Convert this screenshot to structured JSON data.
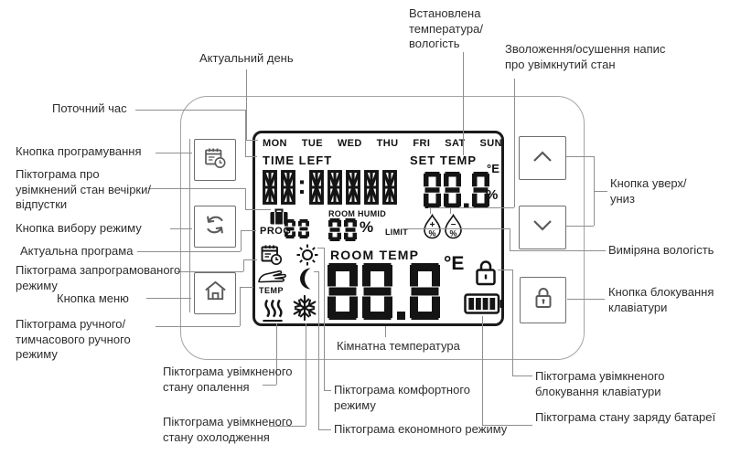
{
  "callouts": {
    "current_time": "Поточний час",
    "current_day": "Актуальний день",
    "set_values": "Встановлена температура/вологість",
    "humid_state": "Зволоження/осушення напис про увімкнутий стан",
    "btn_programming": "Кнопка програмування",
    "icon_party": "Піктограма про увімкнений стан вечірки/відпустки",
    "btn_mode": "Кнопка вибору режиму",
    "current_program": "Актуальна програма",
    "icon_programmed": "Піктограма запрограмованого режиму",
    "btn_menu": "Кнопка меню",
    "icon_manual": "Піктограма ручного/ тимчасового ручного режиму",
    "btn_updown": "Кнопка уверх/униз",
    "measured_humidity": "Виміряна вологість",
    "btn_lock": "Кнопка блокування клавіатури",
    "icon_lock_on": "Піктограма увімкненого блокування клавіатури",
    "icon_battery": "Піктограма стану заряду батареї",
    "icon_heating": "Піктограма увімкненого стану опалення",
    "icon_cooling": "Піктограма увімкненого стану охолодження",
    "icon_comfort": "Піктограма комфортного режиму",
    "icon_econ": "Піктограма економного режиму",
    "room_temperature": "Кімнатна температура"
  },
  "display": {
    "days": [
      "MON",
      "TUE",
      "WED",
      "THU",
      "FRI",
      "SAT",
      "SUN"
    ],
    "time_left_label": "TIME LEFT",
    "time_left_value": "88:88888",
    "set_temp_label": "SET TEMP",
    "set_temp_value": "88.8",
    "set_temp_unit": "°E",
    "set_temp_percent": "%",
    "prog_label": "PROG",
    "prog_value": "88",
    "room_humid_label": "ROOM HUMID",
    "room_humid_value": "88",
    "room_humid_percent": "%",
    "limit_label": "LIMIT",
    "room_temp_label": "ROOM TEMP",
    "room_temp_value": "88.8",
    "room_temp_unit": "°E",
    "temp_icon_label": "TEMP",
    "drop_plus": "+",
    "drop_minus": "−",
    "drop_percent": "%"
  },
  "icons": {
    "programming_button": "calendar-clock-icon",
    "mode_button": "cycle-arrows-icon",
    "menu_button": "home-icon",
    "up_button": "chevron-up-icon",
    "down_button": "chevron-down-icon",
    "lock_button": "padlock-icon",
    "vacation": "suitcase-icon",
    "programmed_mode": "calendar-clock-icon",
    "comfort_mode": "sun-icon",
    "economy_mode": "moon-icon",
    "manual_mode": "hand-temp-icon",
    "heating": "flame-waves-icon",
    "cooling": "snowflake-icon",
    "humidify": "drop-plus-icon",
    "dehumidify": "drop-minus-icon",
    "keypad_lock": "padlock-icon",
    "battery": "battery-icon"
  },
  "ink": "#141414"
}
